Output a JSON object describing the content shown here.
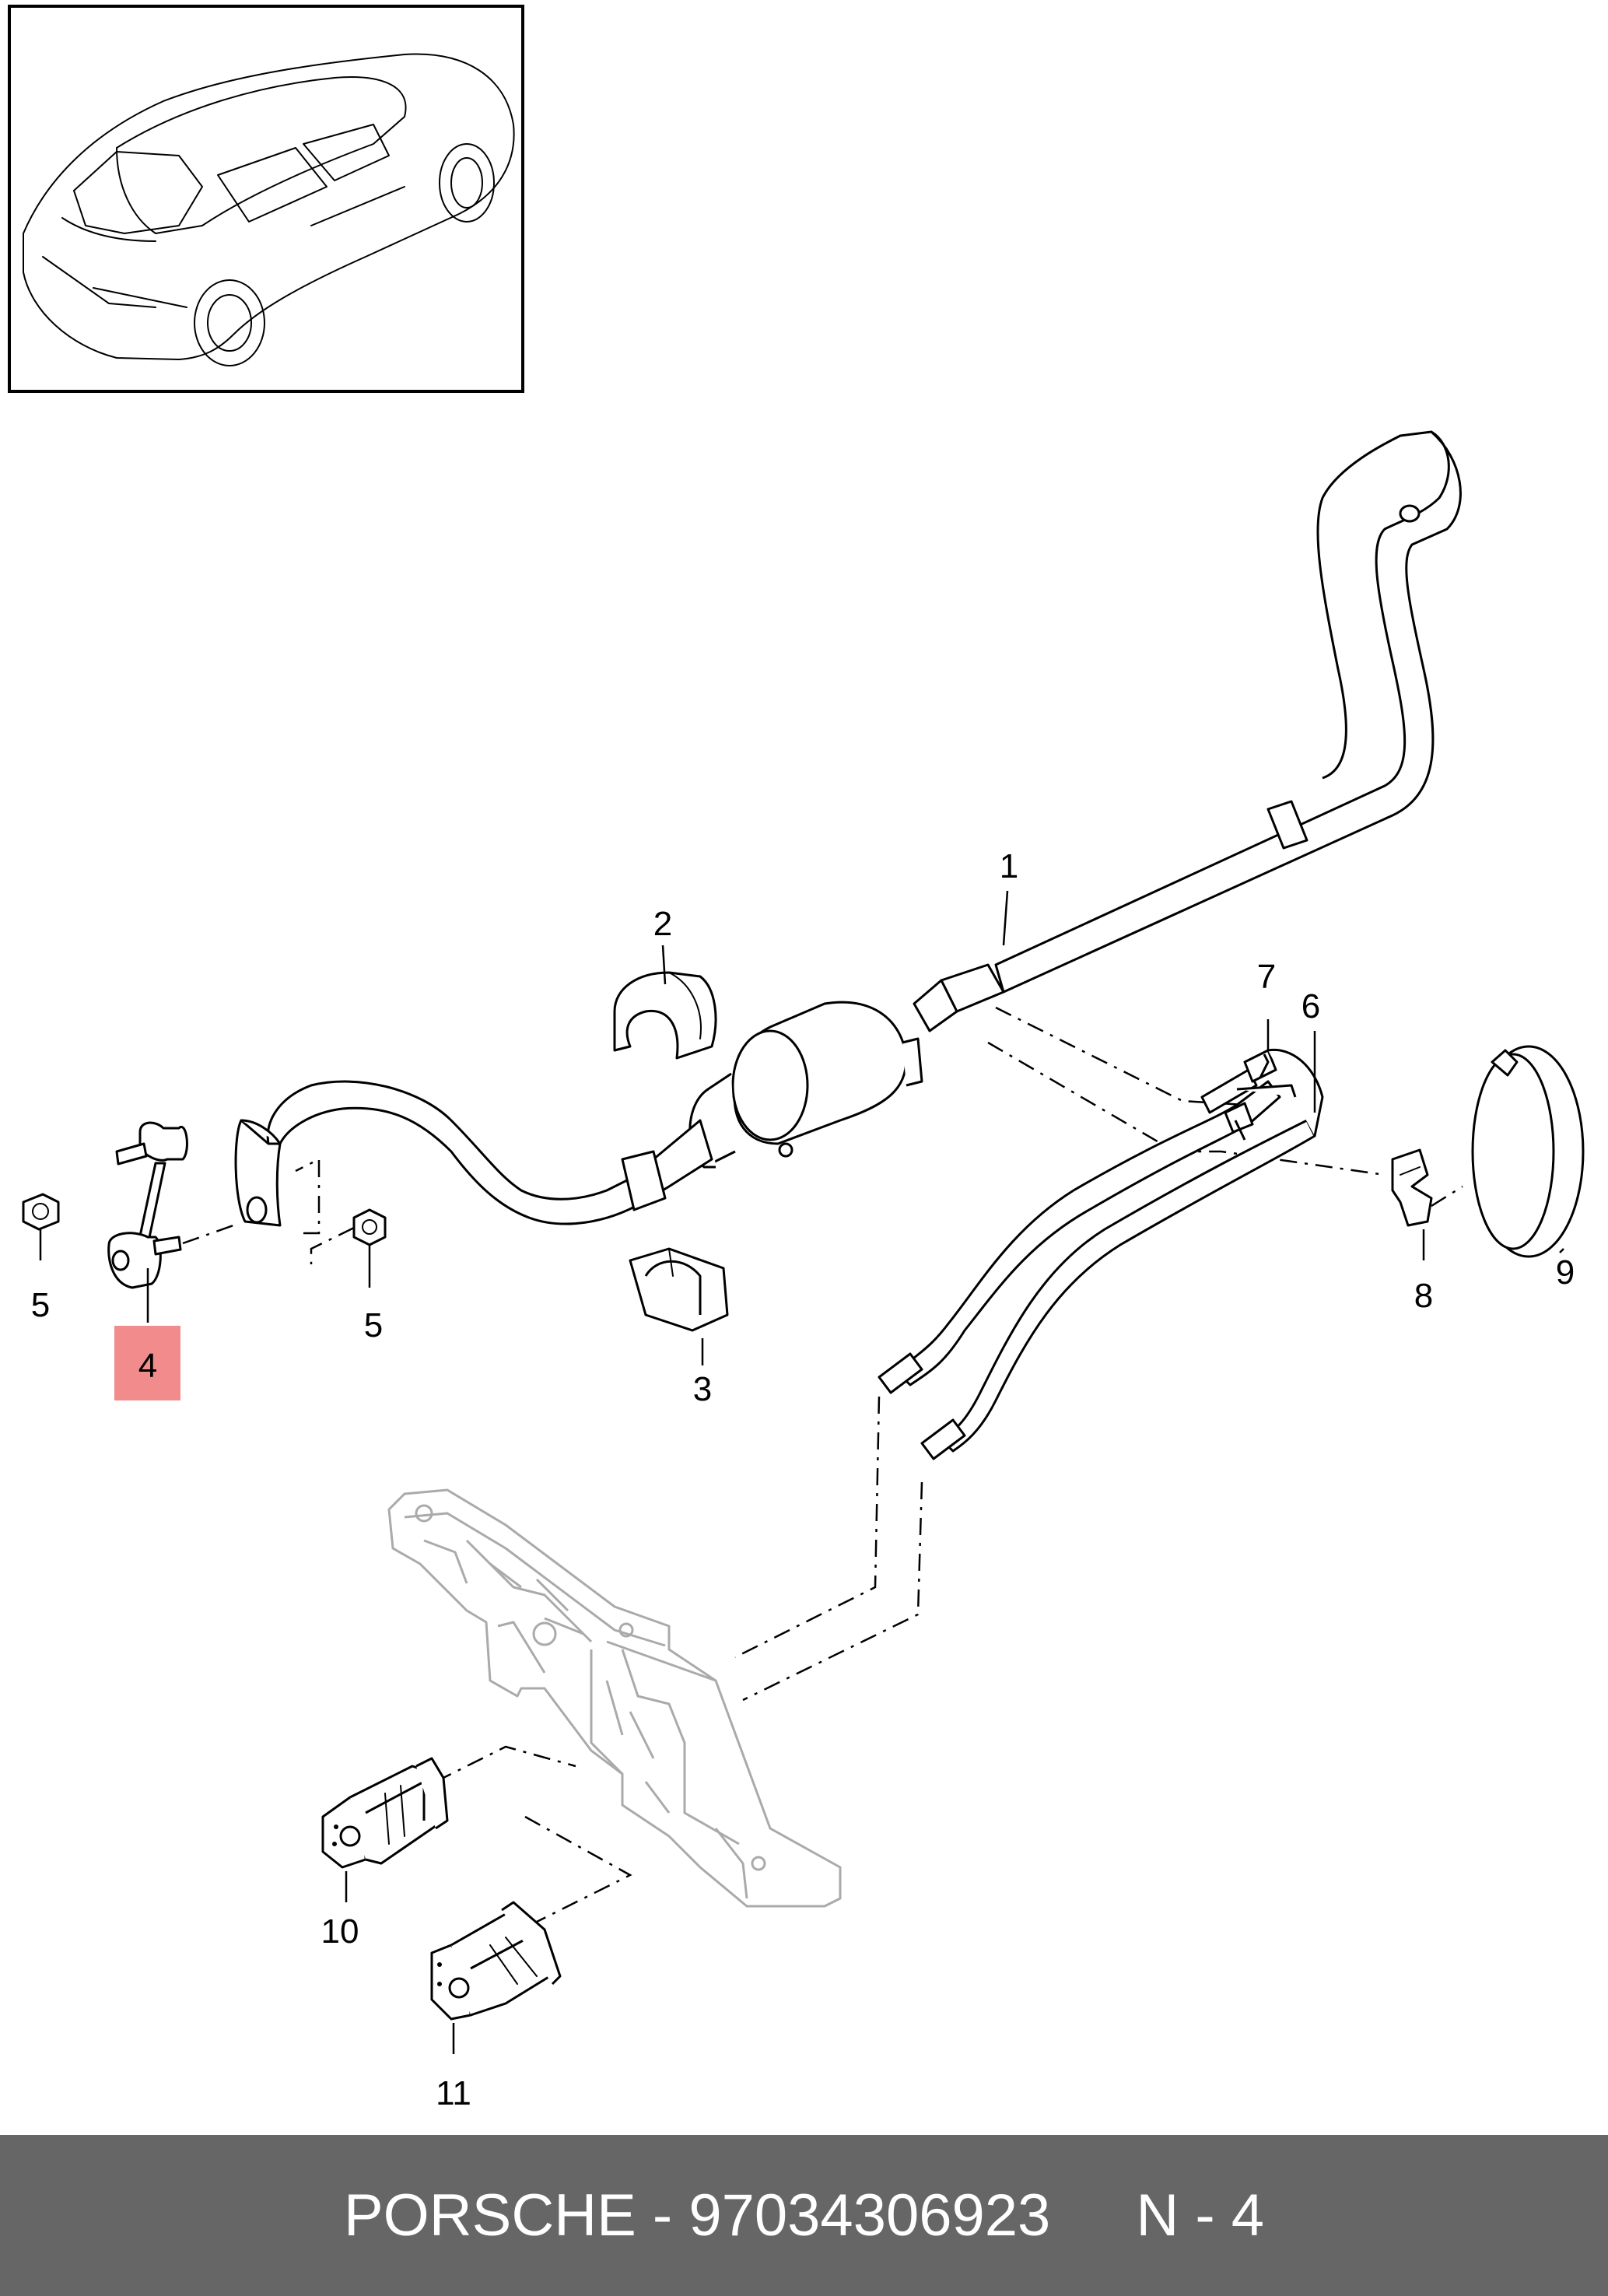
{
  "diagram": {
    "callouts": [
      "1",
      "2",
      "3",
      "4",
      "5",
      "5",
      "6",
      "7",
      "8",
      "9",
      "10",
      "11"
    ],
    "highlight_color": "#f28b8b"
  },
  "footer": {
    "brand": "PORSCHE",
    "separator": " - ",
    "part_number": "97034306923",
    "position": "N - 4",
    "background": "#666666"
  }
}
